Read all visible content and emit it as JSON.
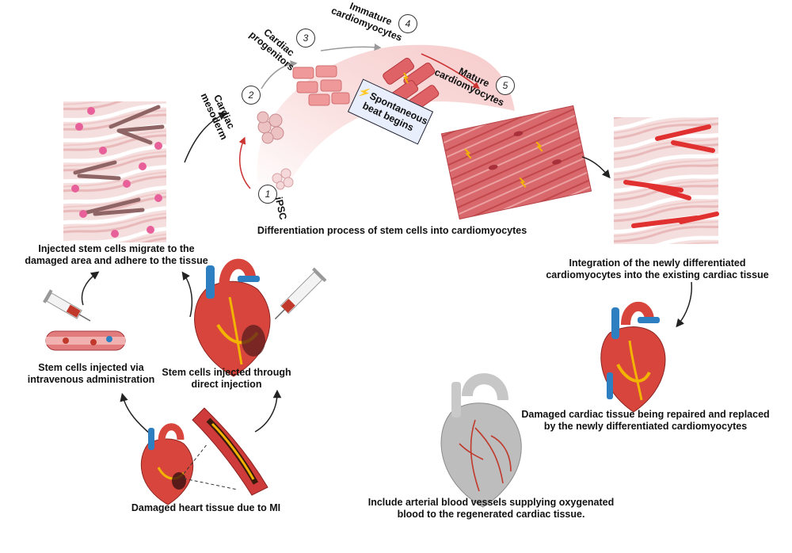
{
  "labels": {
    "migrate_1": "Injected stem cells migrate to the",
    "migrate_2": "damaged area and adhere to the tissue",
    "differentiation": "Differentiation process of stem cells into cardiomyocytes",
    "integration_1": "Integration of the newly differentiated",
    "integration_2": "cardiomyocytes into the existing cardiac tissue",
    "iv_1": "Stem cells injected via",
    "iv_2": "intravenous administration",
    "direct_1": "Stem cells injected through",
    "direct_2": "direct injection",
    "repaired_1": "Damaged cardiac tissue being repaired and replaced",
    "repaired_2": "by the newly differentiated cardiomyocytes",
    "vessels_1": "Include arterial blood vessels supplying oxygenated",
    "vessels_2": "blood to the regenerated cardiac tissue.",
    "mi": "Damaged heart tissue due to MI"
  },
  "stages": [
    {
      "num": "1",
      "line1": "iPSC",
      "line2": ""
    },
    {
      "num": "2",
      "line1": "Cardiac",
      "line2": "mesoderm"
    },
    {
      "num": "3",
      "line1": "Cardiac",
      "line2": "progenitors"
    },
    {
      "num": "4",
      "line1": "Immature",
      "line2": "cardiomyocytes"
    },
    {
      "num": "5",
      "line1": "Mature",
      "line2": "cardiomyocytes"
    }
  ],
  "beat": {
    "line1": "Spontaneous",
    "line2": "beat begins",
    "bolt": "⚡"
  },
  "colors": {
    "muscle_red": "#d9454a",
    "muscle_light": "#f1c7c8",
    "stem_pink": "#e8609a",
    "aorta_blue": "#2d7fc1",
    "fat_yellow": "#f2b400"
  }
}
